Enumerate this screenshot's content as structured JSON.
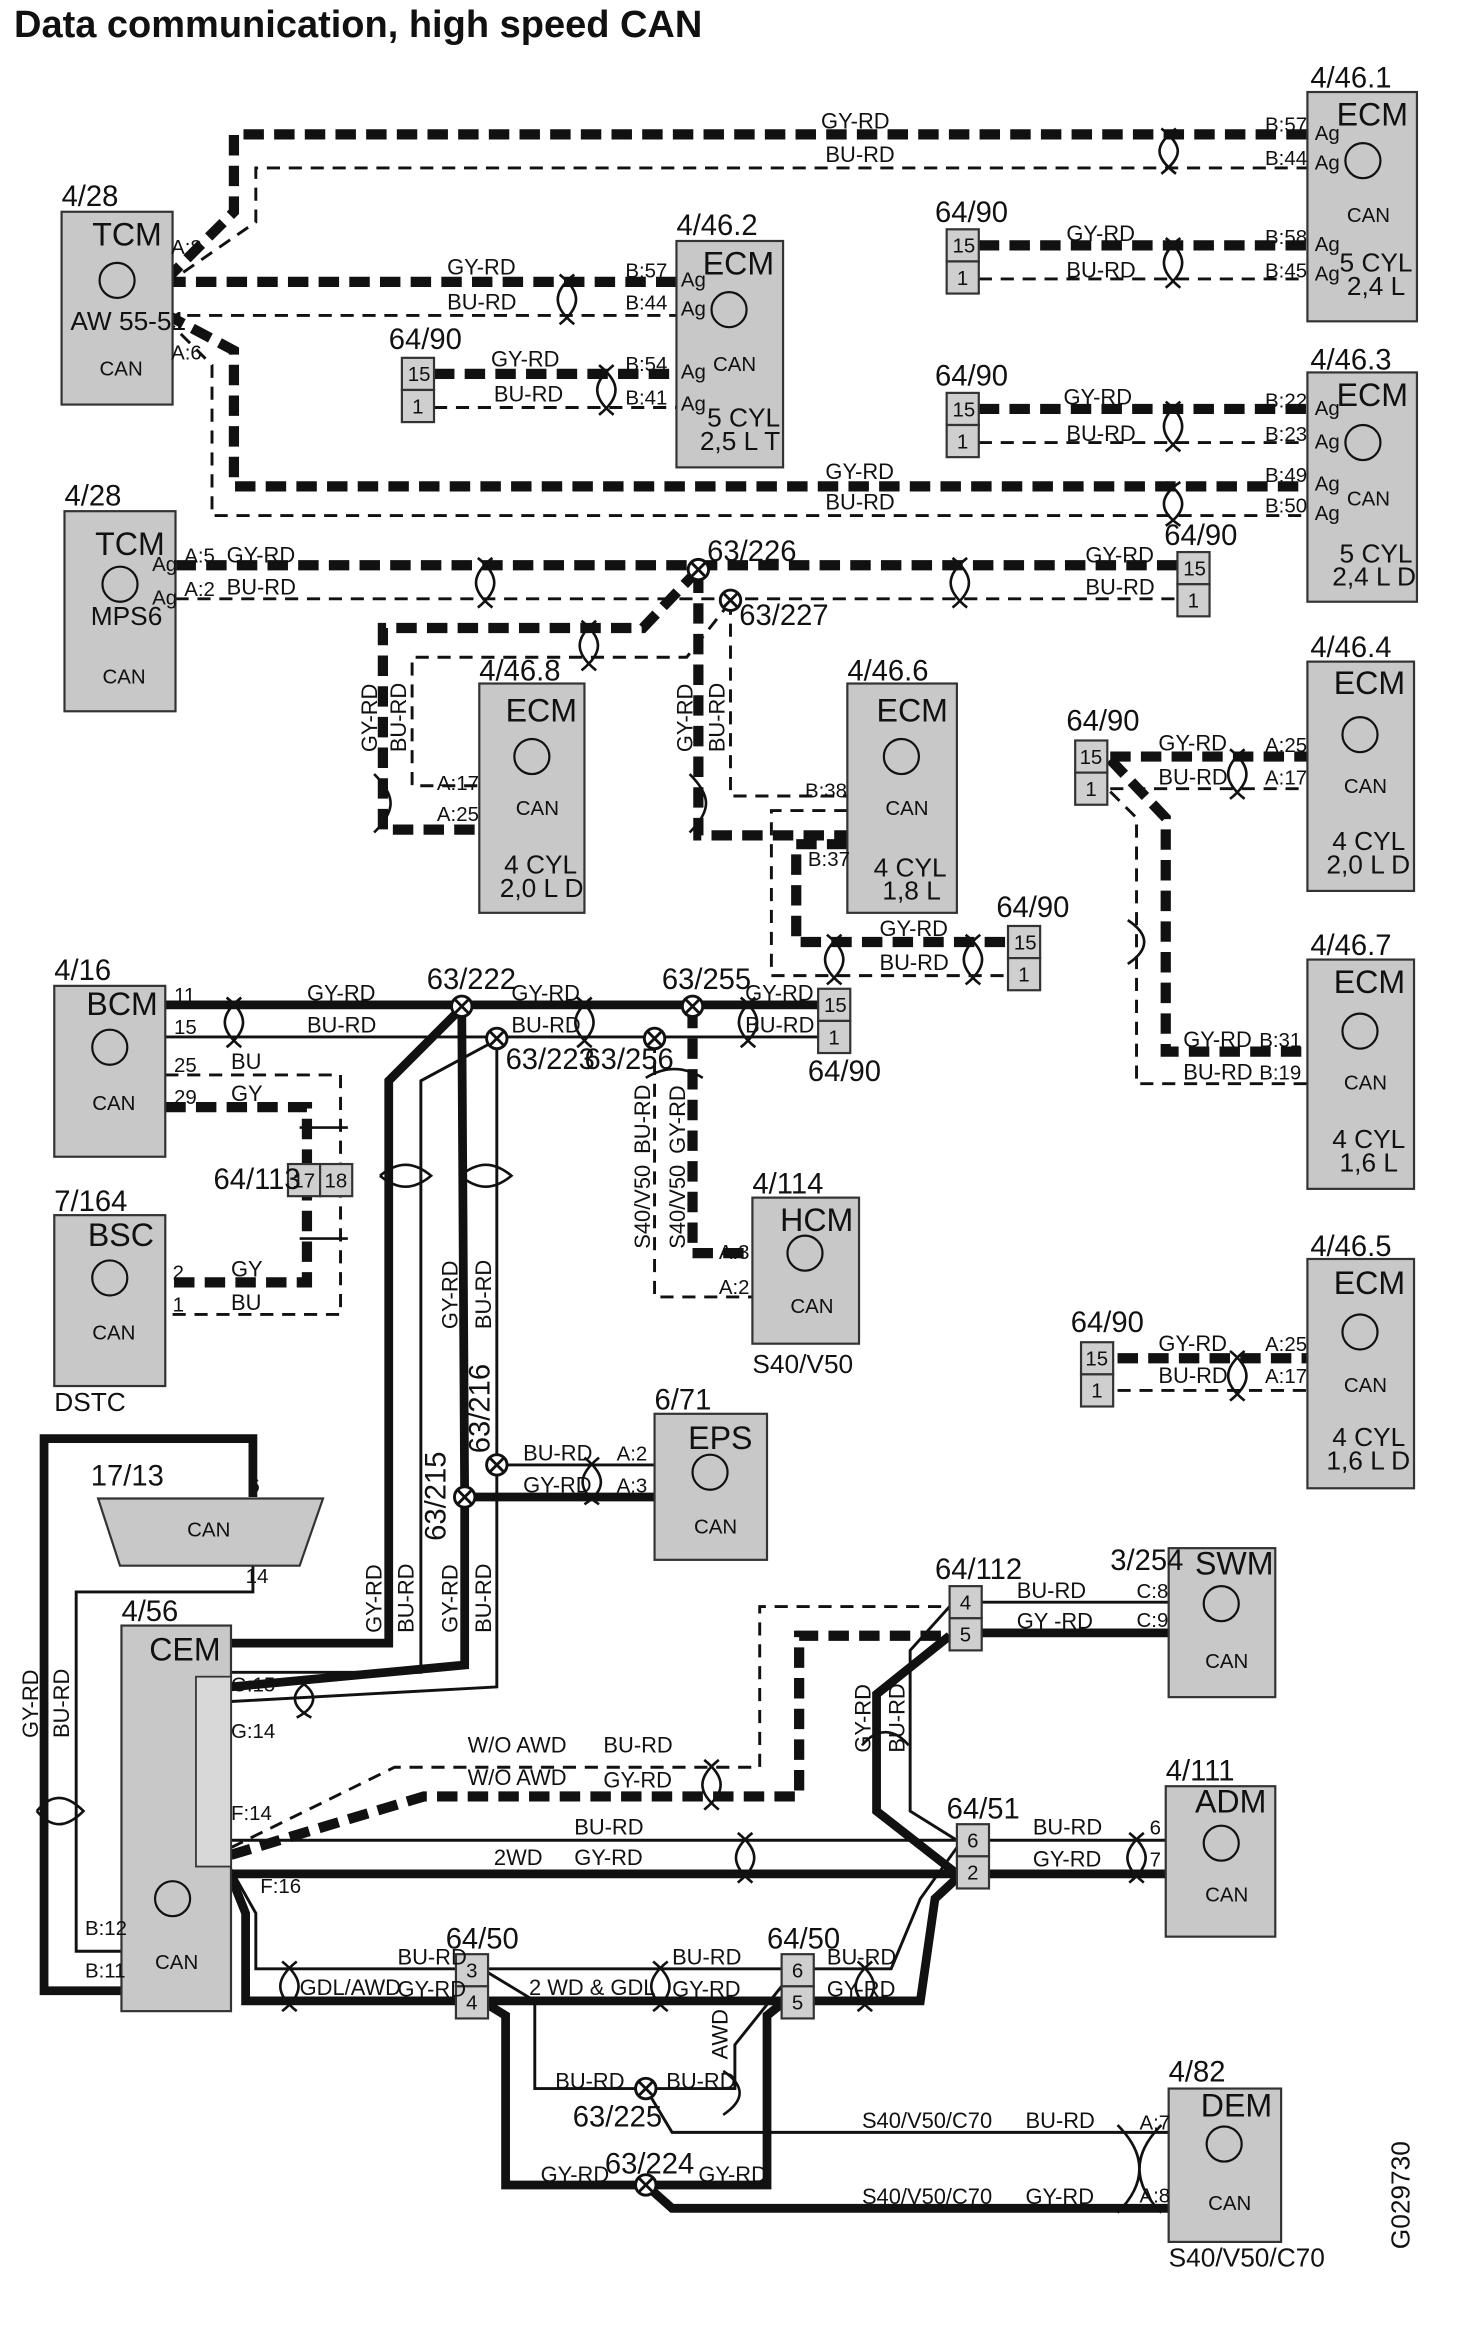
{
  "title": "Data communication, high speed CAN",
  "drawing_id": "G029730",
  "can_label": "CAN",
  "ecm_416_1": {
    "ref": "4/46.1",
    "name": "ECM",
    "line1": "5 CYL",
    "line2": "2,4 L"
  },
  "ecm_416_2": {
    "ref": "4/46.2",
    "name": "ECM",
    "line1": "5 CYL",
    "line2": "2,5 L T"
  },
  "ecm_416_3": {
    "ref": "4/46.3",
    "name": "ECM",
    "line1": "5 CYL",
    "line2": "2,4 L D"
  },
  "ecm_416_4": {
    "ref": "4/46.4",
    "name": "ECM",
    "line1": "4 CYL",
    "line2": "2,0 L D"
  },
  "ecm_416_5": {
    "ref": "4/46.5",
    "name": "ECM",
    "line1": "4 CYL",
    "line2": "1,6 L D"
  },
  "ecm_416_6": {
    "ref": "4/46.6",
    "name": "ECM",
    "line1": "4 CYL",
    "line2": "1,8 L"
  },
  "ecm_416_7": {
    "ref": "4/46.7",
    "name": "ECM",
    "line1": "4 CYL",
    "line2": "1,6 L"
  },
  "ecm_416_8": {
    "ref": "4/46.8",
    "name": "ECM",
    "line1": "4 CYL",
    "line2": "2,0 L D"
  },
  "tcm_aw": {
    "ref": "4/28",
    "name": "TCM",
    "sub": "AW 55-51",
    "pin_a8": "A:8",
    "pin_a6": "A:6"
  },
  "tcm_mps": {
    "ref": "4/28",
    "name": "TCM",
    "sub": "MPS6",
    "pin_a5": "A:5",
    "pin_a2": "A:2"
  },
  "bcm": {
    "ref": "4/16",
    "name": "BCM",
    "pin_11": "11",
    "pin_15": "15",
    "pin_25": "25",
    "pin_29": "29"
  },
  "bsc": {
    "ref": "7/164",
    "name": "BSC",
    "pin_2": "2",
    "pin_1": "1",
    "note": "DSTC"
  },
  "hcm": {
    "ref": "4/114",
    "name": "HCM",
    "note": "S40/V50",
    "pin_a3": "A:3",
    "pin_a2": "A:2"
  },
  "eps": {
    "ref": "6/71",
    "name": "EPS",
    "pin_a2": "A:2",
    "pin_a3": "A:3"
  },
  "dlc": {
    "ref": "17/13",
    "pin_6": "6",
    "pin_14": "14"
  },
  "cem": {
    "ref": "4/56",
    "name": "CEM",
    "g15": "G:15",
    "g14": "G:14",
    "f14": "F:14",
    "f16": "F:16",
    "b12": "B:12",
    "b11": "B:11"
  },
  "swm": {
    "ref": "3/254",
    "name": "SWM",
    "c8": "C:8",
    "c9": "C:9"
  },
  "adm": {
    "ref": "4/111",
    "name": "ADM",
    "p6": "6",
    "p7": "7"
  },
  "dem": {
    "ref": "4/82",
    "name": "DEM",
    "note": "S40/V50/C70",
    "a7": "A:7",
    "a8": "A:8"
  },
  "connectors": {
    "c6490": "64/90",
    "c64113": "64/113",
    "c64112": "64/112",
    "c6451": "64/51",
    "c6450": "64/50",
    "p15": "15",
    "p1": "1",
    "p17": "17",
    "p18": "18",
    "p4": "4",
    "p5": "5",
    "p6": "6",
    "p2": "2",
    "p3": "3"
  },
  "splices": {
    "s226": "63/226",
    "s227": "63/227",
    "s222": "63/222",
    "s223": "63/223",
    "s255": "63/255",
    "s256": "63/256",
    "s216": "63/216",
    "s215": "63/215",
    "s225": "63/225",
    "s224": "63/224"
  },
  "pins": {
    "b57": "B:57",
    "b44": "B:44",
    "b58": "B:58",
    "b45": "B:45",
    "b22": "B:22",
    "b23": "B:23",
    "b49": "B:49",
    "b50": "B:50",
    "b54": "B:54",
    "b41": "B:41",
    "b38": "B:38",
    "b37": "B:37",
    "b31": "B:31",
    "b19": "B:19",
    "a17": "A:17",
    "a25": "A:25",
    "ag": "Ag"
  },
  "wires": {
    "gyrd": "GY-RD",
    "burd": "BU-RD",
    "gy": "GY",
    "bu": "BU",
    "gy_rd_sp": "GY  -RD",
    "wo_awd": "W/O AWD",
    "twowd": "2WD",
    "gdl_awd": "GDL/AWD",
    "twowd_gdl": "2 WD & GDL",
    "awd": "AWD",
    "s40v50": "S40/V50",
    "s40v50c70": "S40/V50/C70"
  }
}
